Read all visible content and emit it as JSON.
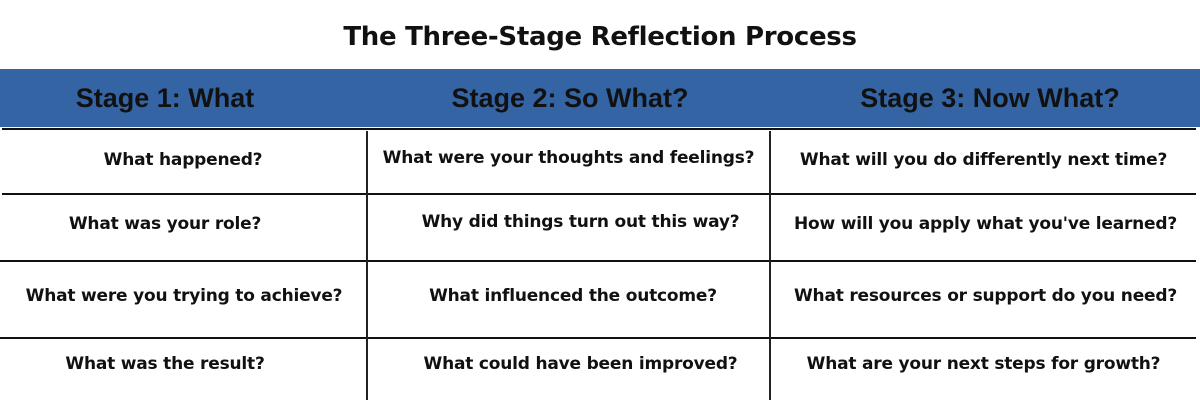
{
  "title": "The Three-Stage Reflection Process",
  "colors": {
    "header_bg": "#3464a4",
    "text": "#111111",
    "lines": "#111111"
  },
  "columns": [
    {
      "header": "Stage 1: What",
      "questions": [
        "What happened?",
        "What was your role?",
        "What were you trying to achieve?",
        "What was the result?"
      ]
    },
    {
      "header": "Stage 2: So What?",
      "questions": [
        "What were your thoughts and feelings?",
        "Why did things turn out this way?",
        "What influenced the outcome?",
        "What could have been improved?"
      ]
    },
    {
      "header": "Stage 3: Now What?",
      "questions": [
        "What will you do differently next time?",
        "How will you apply what you've learned?",
        "What resources or support do you need?",
        "What are your next steps for growth?"
      ]
    }
  ]
}
